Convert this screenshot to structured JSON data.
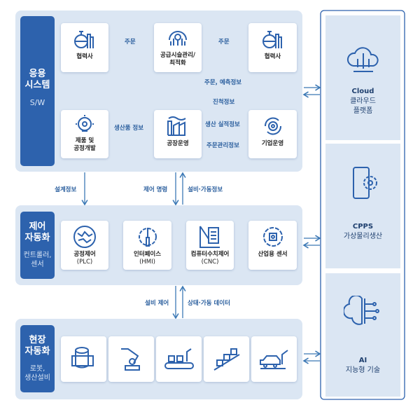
{
  "application": {
    "title": [
      "응용",
      "시스템"
    ],
    "sub": "S/W",
    "cards": {
      "partner_left": "협력사",
      "scm": [
        "공급시슬관리/",
        "최적화"
      ],
      "partner_right": "협력사",
      "product_dev": [
        "제품 및",
        "공정개발"
      ],
      "factory": "공장운영",
      "enterprise": "기업운영"
    },
    "flows": {
      "order_left": "주문",
      "order_right": "주문",
      "order_forecast": "주문, 예측정보",
      "progress": "진척정보",
      "product_info": "생산품 정보",
      "production_results": "생산 실적정보",
      "order_mgmt": "주문관리정보"
    }
  },
  "links_top": {
    "design": "설계정보",
    "control_cmd": "제어 명령",
    "equipment_info": "설비·가동정보"
  },
  "control": {
    "title": [
      "제어",
      "자동화"
    ],
    "sub": [
      "컨트롤러,",
      "센서"
    ],
    "cards": [
      {
        "label": "공정제어",
        "sub": "(PLC)"
      },
      {
        "label": "인터페이스",
        "sub": "(HMI)"
      },
      {
        "label": "컴퓨터수치제어",
        "sub": "(CNC)"
      },
      {
        "label": "산업용 센서",
        "sub": ""
      }
    ]
  },
  "links_bottom": {
    "equipment_control": "설비 제어",
    "status_data": "상태·가동 데이터"
  },
  "field": {
    "title": [
      "현장",
      "자동화"
    ],
    "sub": [
      "로봇,",
      "생산설비"
    ],
    "cards": [
      {
        "icon": "server-hand-icon"
      },
      {
        "icon": "robot-arm-icon"
      },
      {
        "icon": "conveyor-icon"
      },
      {
        "icon": "packaging-line-icon"
      },
      {
        "icon": "car-assembly-icon"
      }
    ]
  },
  "right": [
    {
      "title": "Cloud",
      "sub": "클라우드",
      "sub2": "플랫폼",
      "icon": "cloud-icon"
    },
    {
      "title": "CPPS",
      "sub": "가상물리생산",
      "icon": "phone-gear-icon"
    },
    {
      "title": "AI",
      "sub": "지능형 기술",
      "icon": "brain-icon"
    }
  ],
  "colors": {
    "accent": "#2d62ad",
    "panel": "#dbe6f3",
    "line": "#3b78b5"
  }
}
